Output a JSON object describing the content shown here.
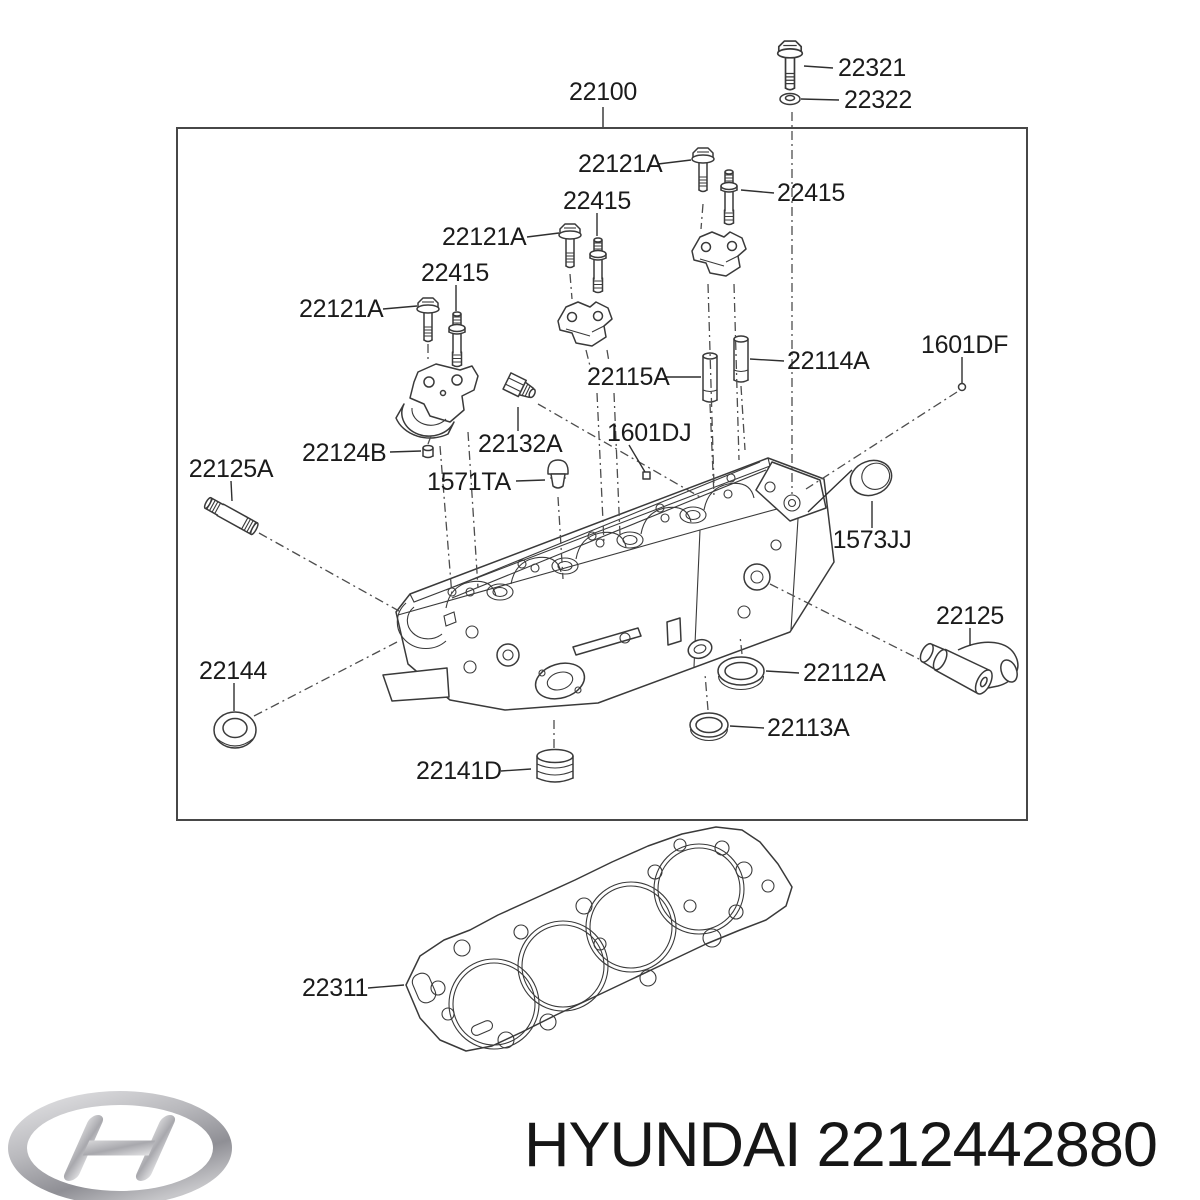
{
  "page": {
    "background": "#ffffff"
  },
  "colors": {
    "line": "#3a3a3a",
    "text": "#1b1b1b",
    "border": "#474747",
    "logo_silver_light": "#d9d9db",
    "logo_silver_dark": "#97979b"
  },
  "diagram": {
    "callouts": [
      {
        "id": "assembly",
        "text": "22100"
      },
      {
        "id": "head-bolt",
        "text": "22321"
      },
      {
        "id": "head-bolt-washer",
        "text": "22322"
      },
      {
        "id": "cap-bolt-top",
        "text": "22121A"
      },
      {
        "id": "stud-top",
        "text": "22415"
      },
      {
        "id": "stud-middle",
        "text": "22415"
      },
      {
        "id": "cap-bolt-middle",
        "text": "22121A"
      },
      {
        "id": "stud-left",
        "text": "22415"
      },
      {
        "id": "cap-bolt-left",
        "text": "22121A"
      },
      {
        "id": "valve-guide-intake",
        "text": "22115A"
      },
      {
        "id": "valve-guide-exhaust",
        "text": "22114A"
      },
      {
        "id": "plug-df",
        "text": "1601DF"
      },
      {
        "id": "dowel",
        "text": "22124B"
      },
      {
        "id": "sensor",
        "text": "22132A"
      },
      {
        "id": "plug-dj",
        "text": "1601DJ"
      },
      {
        "id": "sealing-plug",
        "text": "1571TA"
      },
      {
        "id": "sealing-cap",
        "text": "1573JJ"
      },
      {
        "id": "stud-front",
        "text": "22125A"
      },
      {
        "id": "seal-ring",
        "text": "22144"
      },
      {
        "id": "gasket-ring-large",
        "text": "22112A"
      },
      {
        "id": "gasket-ring-small",
        "text": "22113A"
      },
      {
        "id": "core-plug",
        "text": "22141D"
      },
      {
        "id": "breather-pipe",
        "text": "22125"
      },
      {
        "id": "head-gasket",
        "text": "22311"
      }
    ]
  },
  "footer": {
    "brand": "HYUNDAI",
    "part_number": "2212442880",
    "logo": "hyundai-logo"
  }
}
